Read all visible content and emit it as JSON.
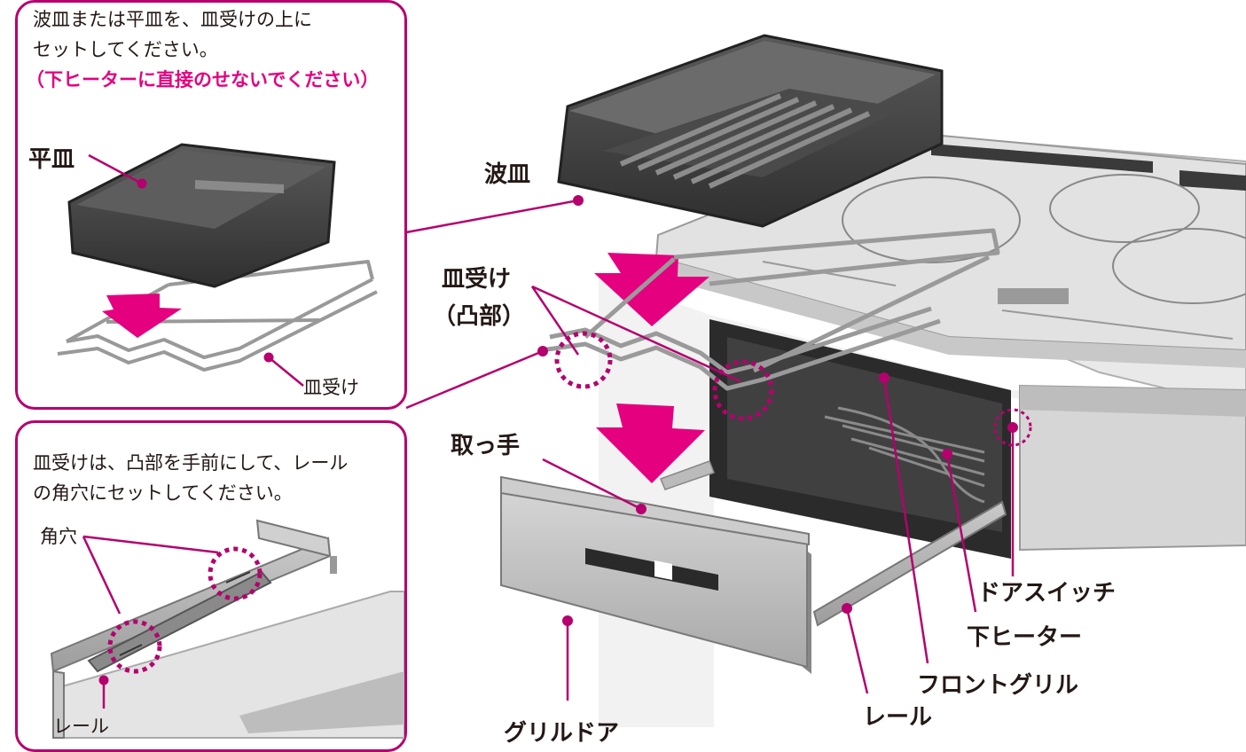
{
  "callout_top": {
    "instruction_line1": "波皿または平皿を、皿受けの上に",
    "instruction_line2": "セットしてください。",
    "warning": "（下ヒーターに直接のせないでください）",
    "label_flat_pan": "平皿",
    "label_rack": "皿受け"
  },
  "callout_bottom": {
    "instruction_line1": "皿受けは、凸部を手前にして、レール",
    "instruction_line2": "の角穴にセットしてください。",
    "label_square_hole": "角穴",
    "label_rail": "レール"
  },
  "main_labels": {
    "wave_pan": "波皿",
    "rack_line1": "皿受け",
    "rack_line2": "（凸部）",
    "handle": "取っ手",
    "grill_door": "グリルドア",
    "door_switch": "ドアスイッチ",
    "lower_heater": "下ヒーター",
    "front_grill": "フロントグリル",
    "rail": "レール"
  },
  "colors": {
    "accent_border": "#b5006e",
    "accent_magenta": "#e4007f",
    "pan_dark": "#4a4a4a",
    "steel": "#b4b4b4"
  }
}
